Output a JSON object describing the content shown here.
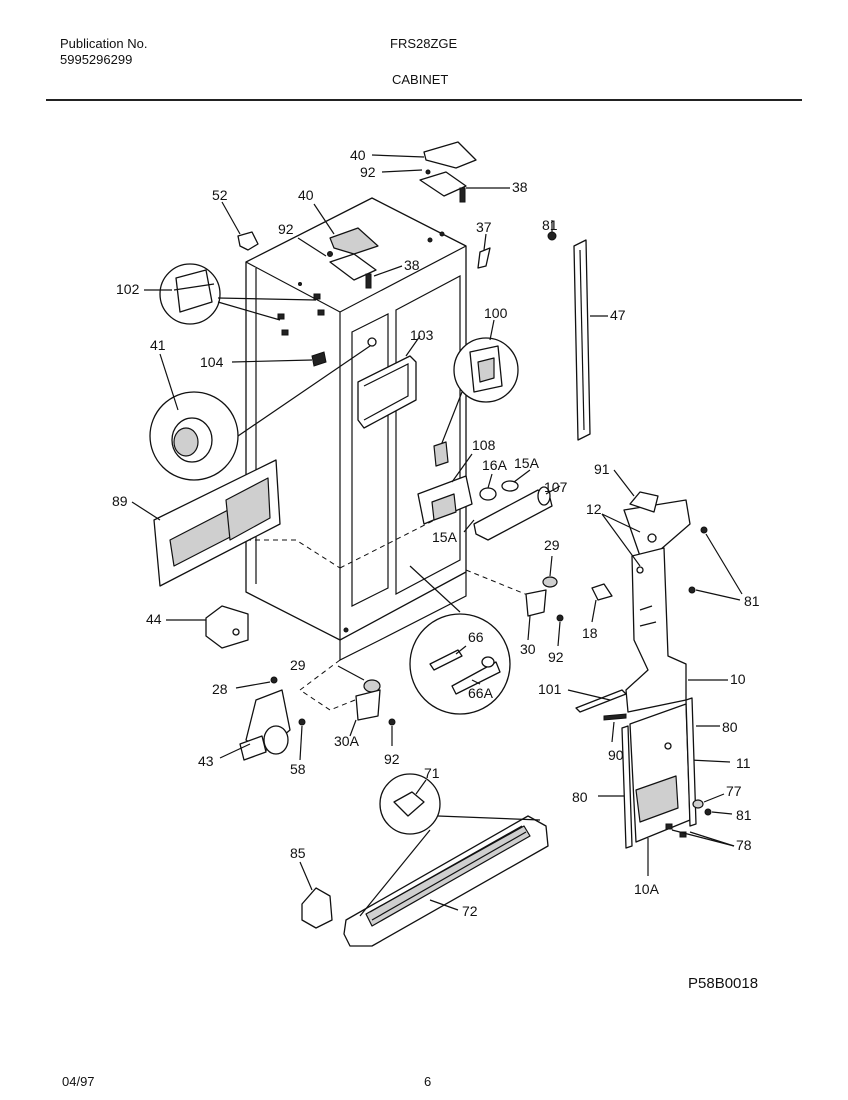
{
  "header": {
    "publication_label": "Publication No.",
    "publication_number": "5995296299",
    "model": "FRS28ZGE",
    "section": "CABINET"
  },
  "footer": {
    "date": "04/97",
    "page": "6",
    "drawing_id": "P58B0018"
  },
  "callouts": {
    "c40a": "40",
    "c92a": "92",
    "c38a": "38",
    "c52": "52",
    "c40b": "40",
    "c92b": "92",
    "c38b": "38",
    "c37": "37",
    "c81a": "81",
    "c102": "102",
    "c47": "47",
    "c100": "100",
    "c103": "103",
    "c41": "41",
    "c104": "104",
    "c108": "108",
    "c16a": "16A",
    "c15a": "15A",
    "c107": "107",
    "c15ab": "15A",
    "c91": "91",
    "c12": "12",
    "c89": "89",
    "c29a": "29",
    "c81b": "81",
    "c18": "18",
    "c44": "44",
    "c66": "66",
    "c30": "30",
    "c92c": "92",
    "c66a": "66A",
    "c29b": "29",
    "c10": "10",
    "c28": "28",
    "c101": "101",
    "c80a": "80",
    "c30a": "30A",
    "c92d": "92",
    "c90": "90",
    "c43": "43",
    "c58": "58",
    "c11": "11",
    "c71": "71",
    "c77": "77",
    "c80b": "80",
    "c81c": "81",
    "c78": "78",
    "c85": "85",
    "c72": "72",
    "c10a": "10A"
  }
}
